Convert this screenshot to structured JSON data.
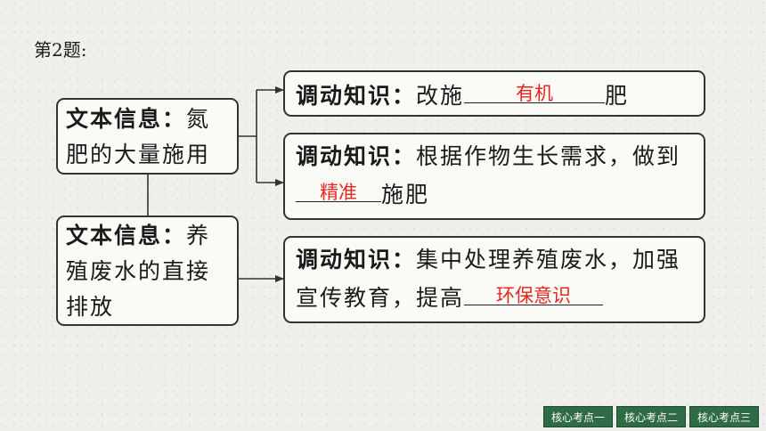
{
  "question_label": "第2题:",
  "left_boxes": [
    {
      "title": "文本信息",
      "colon": "：",
      "text": "氮肥的大量施用"
    },
    {
      "title": "文本信息",
      "colon": "：",
      "text": "养殖废水的直接排放"
    }
  ],
  "right_boxes": [
    {
      "title": "调动知识",
      "colon": "：",
      "before": "改施",
      "answer": "有机",
      "after": "肥"
    },
    {
      "title": "调动知识",
      "colon": "：",
      "before": "根据作物生长需求，做到",
      "answer": "精准",
      "after": "施肥"
    },
    {
      "title": "调动知识",
      "colon": "：",
      "before": "集中处理养殖废水，加强宣传教育，提高",
      "answer": "环保意识",
      "after": ""
    }
  ],
  "nav_buttons": [
    "核心考点一",
    "核心考点二",
    "核心考点三"
  ],
  "colors": {
    "answer": "#e8251f",
    "nav_bg": "#2f6b46",
    "border": "#333333"
  }
}
